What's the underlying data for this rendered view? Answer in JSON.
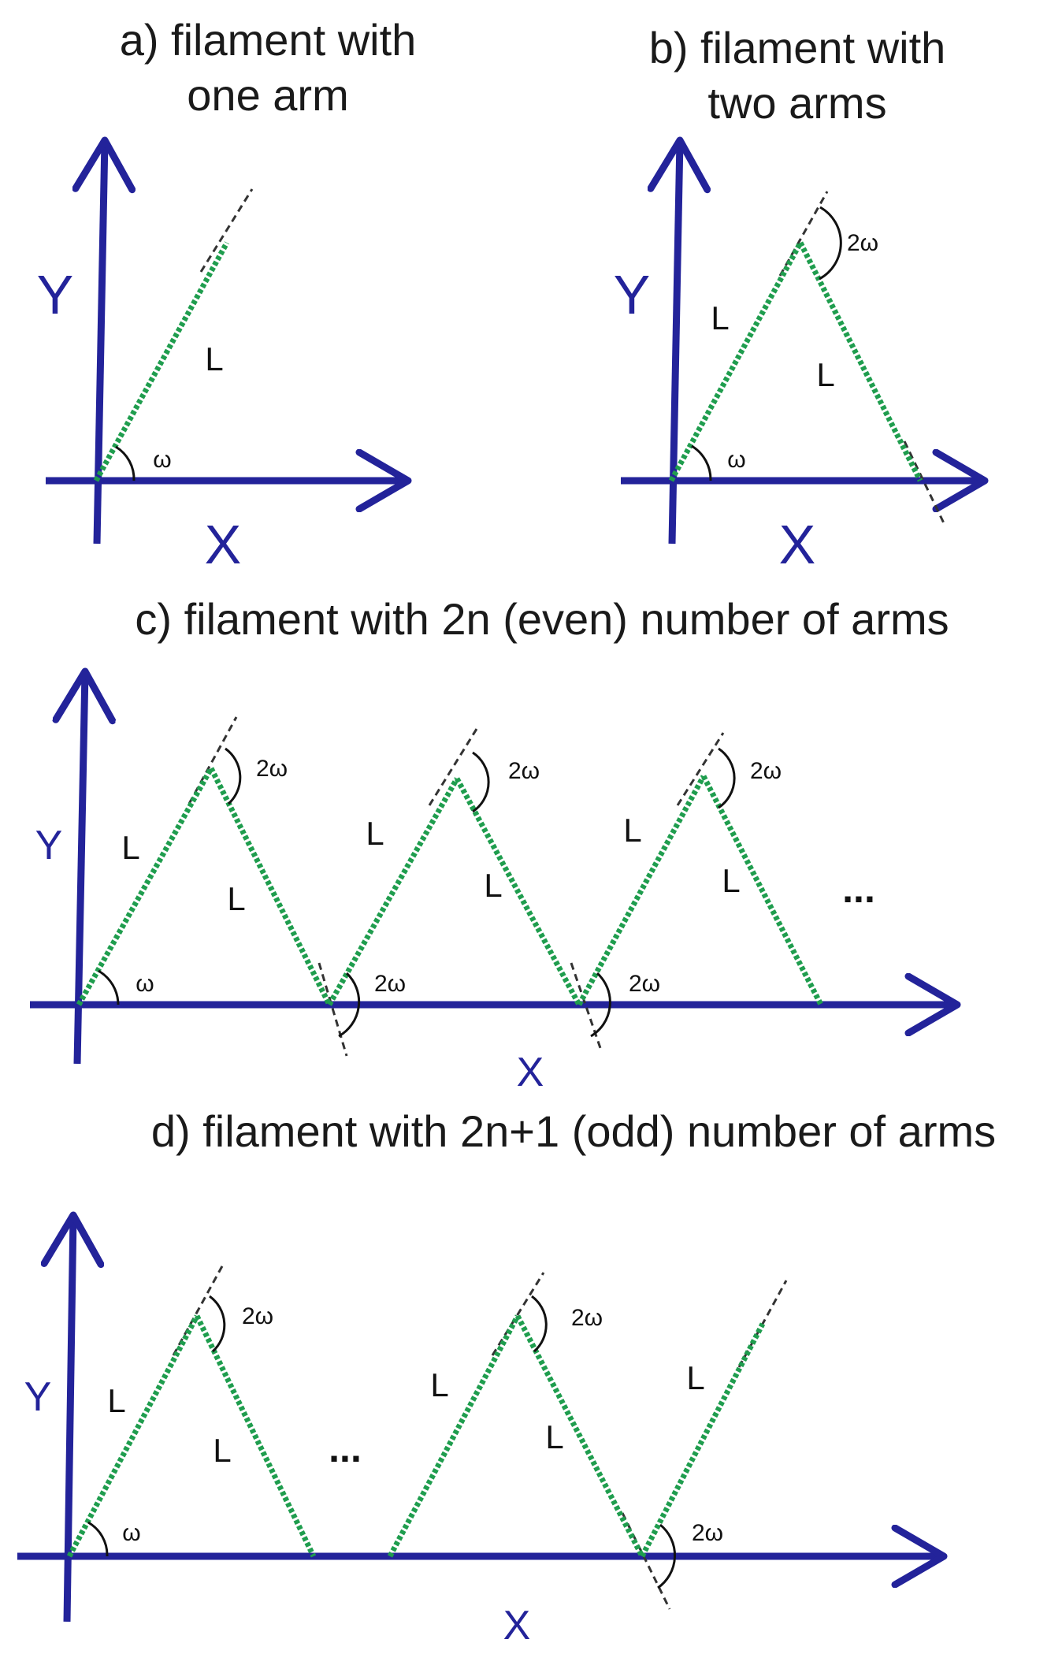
{
  "colors": {
    "axis": "#23239a",
    "filament": "#1f9d4e",
    "text": "#1a1a1a",
    "extension": "#333333"
  },
  "panels": {
    "a": {
      "title_line1": "a) filament with",
      "title_line2": "one arm",
      "x_label": "X",
      "y_label": "Y",
      "arm_labels": [
        "L"
      ],
      "angle_labels": [
        "ω"
      ]
    },
    "b": {
      "title_line1": "b) filament with",
      "title_line2": "two arms",
      "x_label": "X",
      "y_label": "Y",
      "arm_labels": [
        "L",
        "L"
      ],
      "angle_labels": [
        "ω",
        "2ω"
      ]
    },
    "c": {
      "title": "c) filament with 2n (even) number of arms",
      "x_label": "X",
      "y_label": "Y",
      "arm_labels": [
        "L",
        "L",
        "L",
        "L",
        "L",
        "L"
      ],
      "angle_labels": [
        "ω",
        "2ω",
        "2ω",
        "2ω",
        "2ω",
        "2ω"
      ],
      "ellipsis": "..."
    },
    "d": {
      "title": "d) filament with 2n+1 (odd) number of arms",
      "x_label": "X",
      "y_label": "Y",
      "arm_labels": [
        "L",
        "L",
        "L",
        "L",
        "L"
      ],
      "angle_labels": [
        "ω",
        "2ω",
        "2ω",
        "2ω"
      ],
      "ellipsis": "..."
    }
  }
}
